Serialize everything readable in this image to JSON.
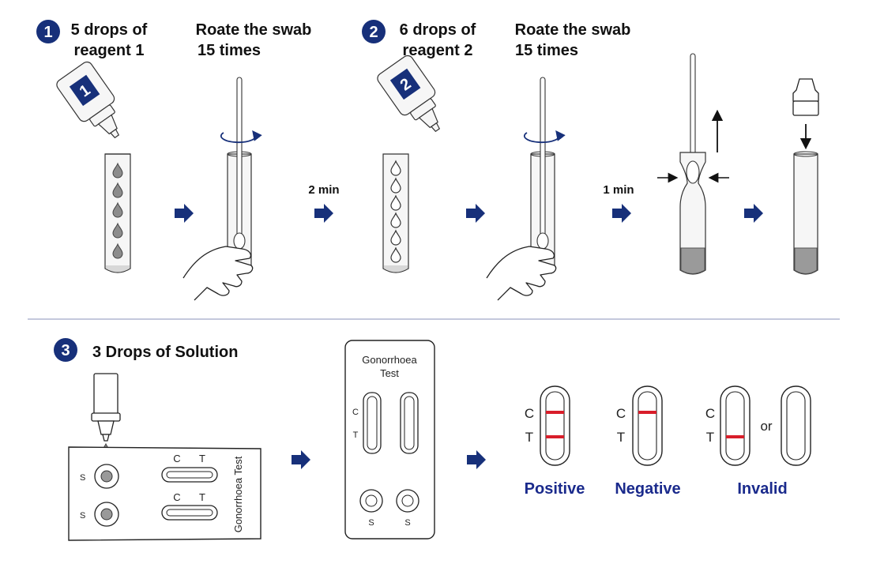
{
  "steps": [
    {
      "number": "1",
      "line1": "5 drops of",
      "line2": "reagent 1"
    },
    {
      "number": "2",
      "line1": "6 drops of",
      "line2": "reagent 2"
    },
    {
      "number": "3",
      "line1": "3 Drops of Solution"
    }
  ],
  "rotate": {
    "line1": "Roate the swab",
    "line2": "15 times"
  },
  "times": {
    "first": "2 min",
    "second": "1 min"
  },
  "bottle_labels": {
    "first": "1",
    "second": "2"
  },
  "cassette_side": {
    "title": "Gonorrhoea Test",
    "c": "C",
    "t": "T",
    "s": "S"
  },
  "cassette_front": {
    "title_line1": "Gonorrhoea",
    "title_line2": "Test",
    "c": "C",
    "t": "T",
    "s": "S"
  },
  "results": {
    "positive": "Positive",
    "negative": "Negative",
    "invalid": "Invalid",
    "or": "or",
    "c": "C",
    "t": "T"
  },
  "colors": {
    "accent": "#17307a",
    "result_text": "#1a2a8c",
    "test_line": "#d81e2a"
  },
  "icons": [
    "reagent-bottle-icon",
    "test-tube-icon",
    "swab-icon",
    "hand-icon",
    "rotate-arrow-icon",
    "dropper-cap-icon",
    "test-cassette-icon",
    "right-arrow-icon"
  ]
}
